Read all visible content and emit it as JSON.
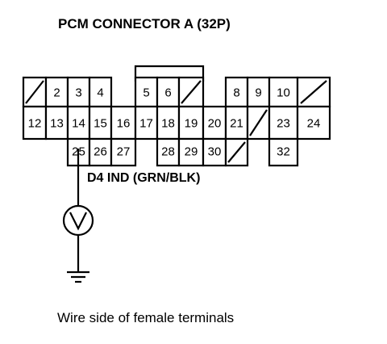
{
  "title": "PCM CONNECTOR A (32P)",
  "wire_label": "D4 IND (GRN/BLK)",
  "caption": "Wire side of female terminals",
  "terminals": [
    {
      "label": ""
    },
    {
      "label": "2"
    },
    {
      "label": "3"
    },
    {
      "label": "4"
    },
    {
      "label": "5"
    },
    {
      "label": "6"
    },
    {
      "label": ""
    },
    {
      "label": "8"
    },
    {
      "label": "9"
    },
    {
      "label": "10"
    },
    {
      "label": ""
    },
    {
      "label": "12"
    },
    {
      "label": "13"
    },
    {
      "label": "14"
    },
    {
      "label": "15"
    },
    {
      "label": "16"
    },
    {
      "label": "17"
    },
    {
      "label": "18"
    },
    {
      "label": "19"
    },
    {
      "label": "20"
    },
    {
      "label": "21"
    },
    {
      "label": ""
    },
    {
      "label": "23"
    },
    {
      "label": "24"
    },
    {
      "label": "25"
    },
    {
      "label": "26"
    },
    {
      "label": "27"
    },
    {
      "label": "28"
    },
    {
      "label": "29"
    },
    {
      "label": "30"
    },
    {
      "label": ""
    },
    {
      "label": "32"
    }
  ],
  "probe_terminal": "25"
}
